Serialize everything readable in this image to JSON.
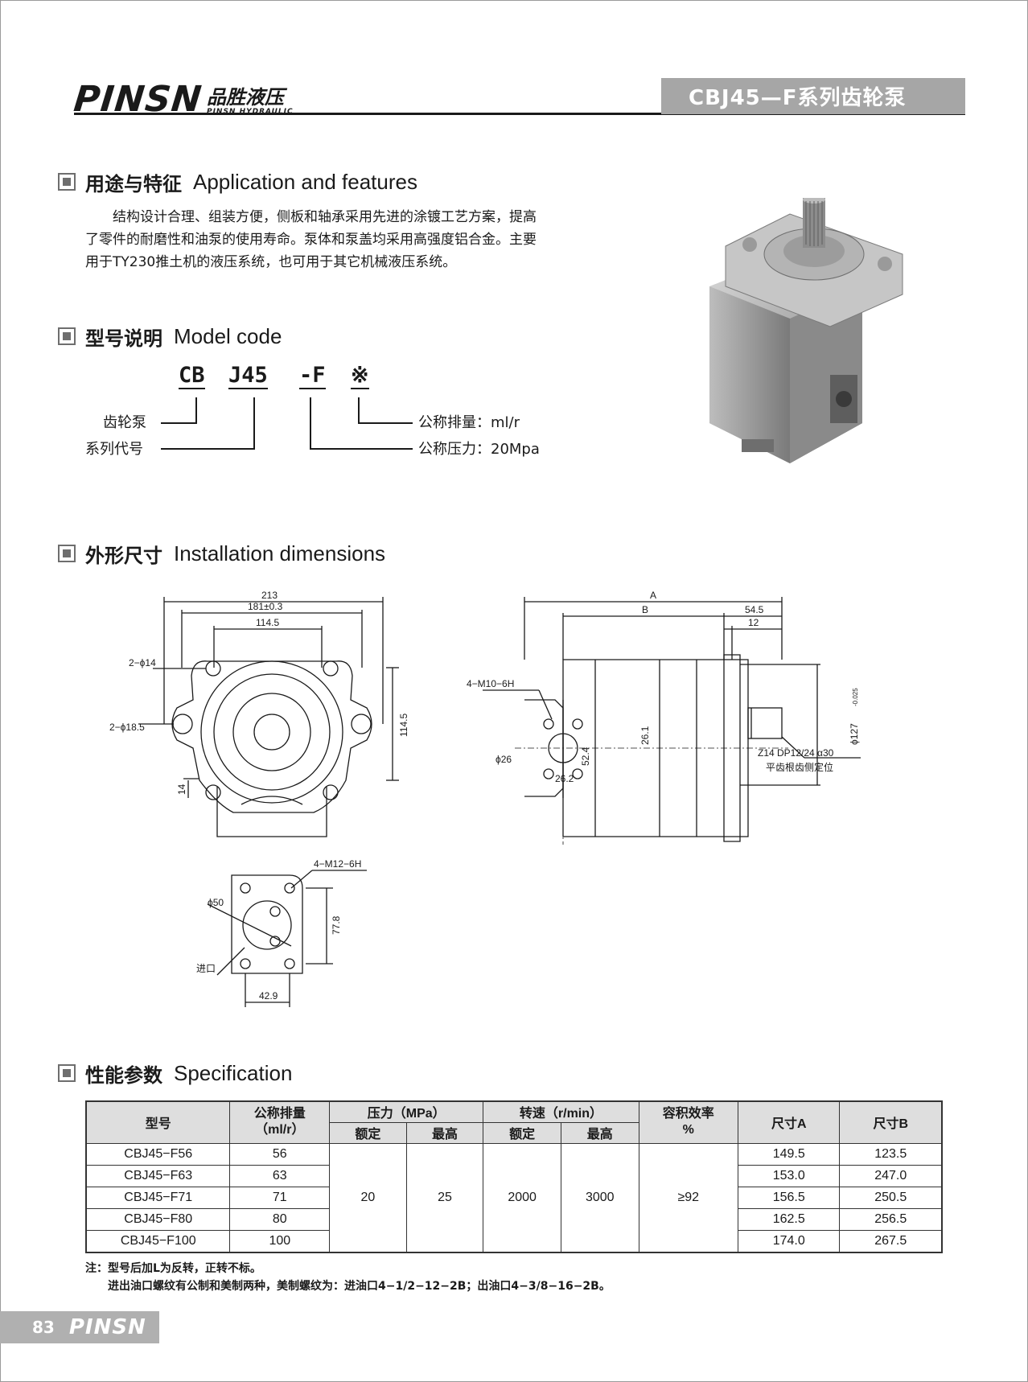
{
  "header": {
    "brand_word": "PINSN",
    "brand_cn": "品胜液压",
    "brand_en": "PINSN HYDRAULIC",
    "series_title": "CBJ45—F系列齿轮泵"
  },
  "sections": {
    "application": {
      "title_cn": "用途与特征",
      "title_en": "Application and features",
      "lines": [
        "　　结构设计合理、组装方便，侧板和轴承采用先进的涂镀工艺方案，提高",
        "了零件的耐磨性和油泵的使用寿命。泵体和泵盖均采用高强度铝合金。主要",
        "用于TY230推土机的液压系统，也可用于其它机械液压系统。"
      ]
    },
    "model_code": {
      "title_cn": "型号说明",
      "title_en": "Model code",
      "parts": [
        "CB",
        "J45",
        "-F",
        "※"
      ],
      "labels": {
        "gear_pump": "齿轮泵",
        "series_code": "系列代号",
        "displacement": "公称排量：ml/r",
        "pressure": "公称压力：20Mpa"
      }
    },
    "dimensions": {
      "title_cn": "外形尺寸",
      "title_en": "Installation dimensions",
      "front": {
        "d213": "213",
        "d181": "181±0.3",
        "d1145_top": "114.5",
        "hole14": "2−ϕ14",
        "hole185": "2−ϕ18.5",
        "d1145_side": "114.5",
        "d14": "14"
      },
      "side": {
        "A": "A",
        "B": "B",
        "d545": "54.5",
        "d12": "12",
        "m10": "4−M10−6H",
        "d26": "ϕ26",
        "d524": "52.4",
        "d261": "26.1",
        "d262": "26.2",
        "d127": "ϕ127",
        "d127_tol": "-0.025",
        "spline": "Z14  DP12/24  α30",
        "spline_note": "平齿根齿侧定位"
      },
      "port": {
        "m12": "4−M12−6H",
        "d50": "ϕ50",
        "d778": "77.8",
        "inlet": "进口",
        "d429": "42.9"
      }
    },
    "specification": {
      "title_cn": "性能参数",
      "title_en": "Specification",
      "headers": {
        "model": "型号",
        "displacement": "公称排量",
        "displacement_unit": "（ml/r）",
        "pressure": "压力（MPa）",
        "rated": "额定",
        "max": "最高",
        "speed": "转速（r/min）",
        "speed_rated": "额定",
        "speed_max": "最高",
        "efficiency": "容积效率",
        "efficiency_unit": "%",
        "size_a": "尺寸A",
        "size_b": "尺寸B"
      },
      "rows": [
        {
          "model": "CBJ45−F56",
          "disp": "56",
          "a": "149.5",
          "b": "123.5"
        },
        {
          "model": "CBJ45−F63",
          "disp": "63",
          "a": "153.0",
          "b": "247.0"
        },
        {
          "model": "CBJ45−F71",
          "disp": "71",
          "a": "156.5",
          "b": "250.5"
        },
        {
          "model": "CBJ45−F80",
          "disp": "80",
          "a": "162.5",
          "b": "256.5"
        },
        {
          "model": "CBJ45−F100",
          "disp": "100",
          "a": "174.0",
          "b": "267.5"
        }
      ],
      "shared": {
        "pressure_rated": "20",
        "pressure_max": "25",
        "speed_rated": "2000",
        "speed_max": "3000",
        "efficiency": "≥92"
      },
      "notes": [
        "注：型号后加L为反转，正转不标。",
        "进出油口螺纹有公制和美制两种，美制螺纹为：进油口4−1/2−12−2B；出油口4−3/8−16−2B。"
      ]
    }
  },
  "footer": {
    "page_number": "83",
    "brand": "PINSN"
  }
}
